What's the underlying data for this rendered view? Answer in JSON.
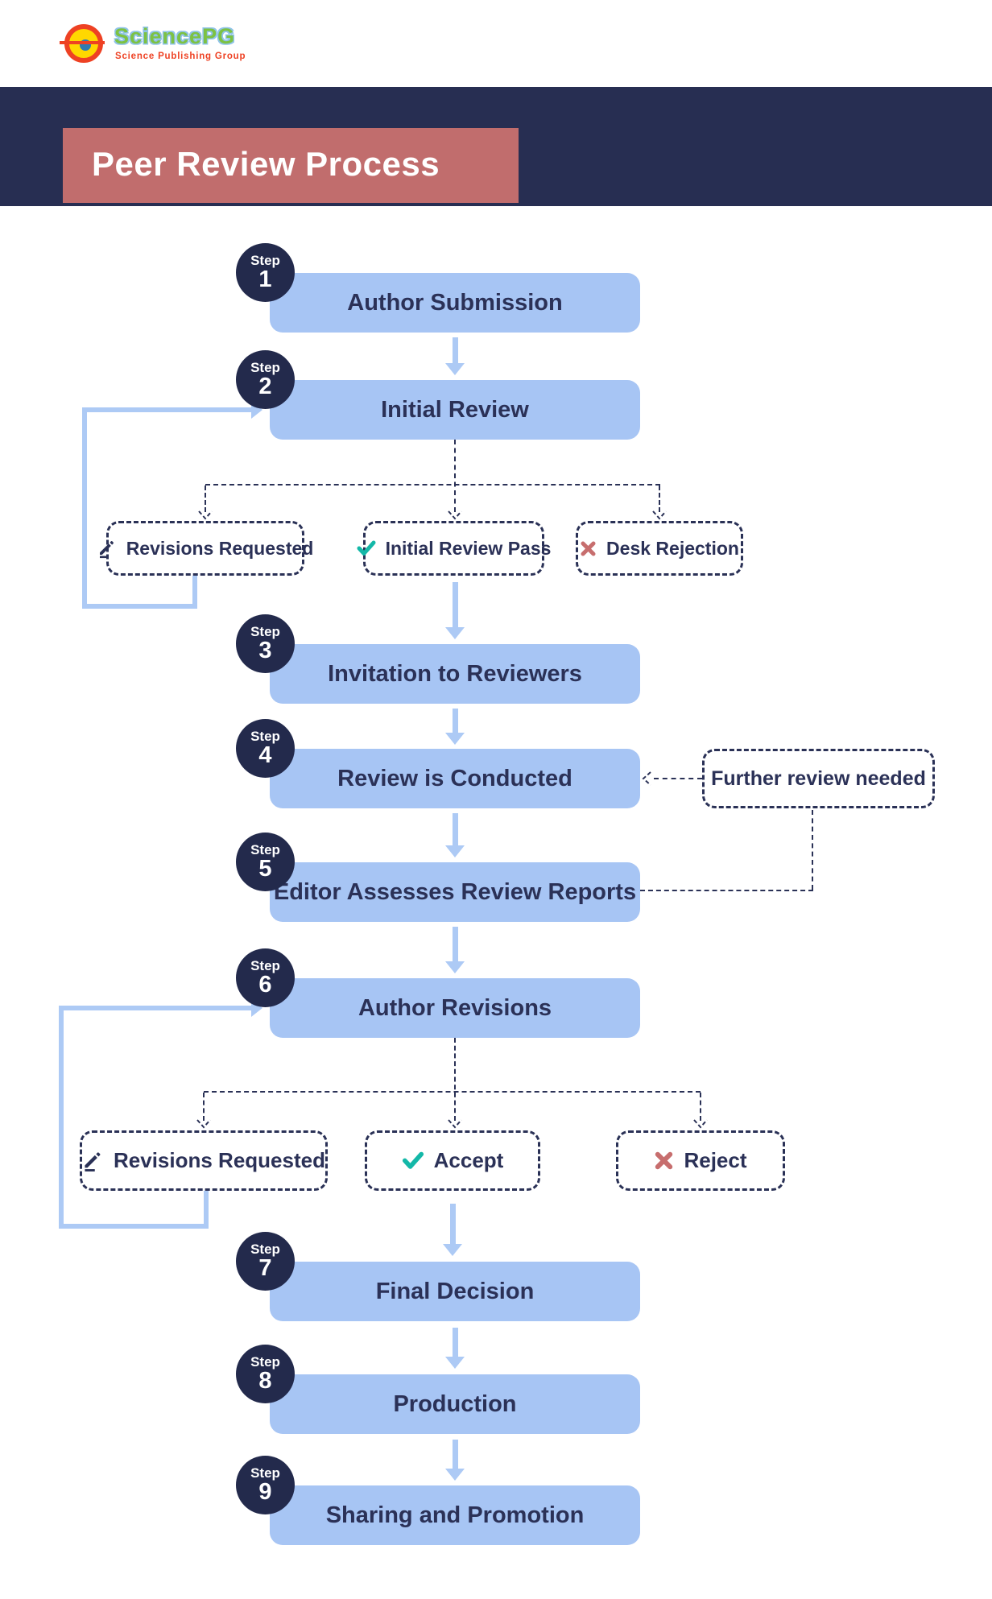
{
  "logo": {
    "name": "SciencePG",
    "subtitle": "Science Publishing Group"
  },
  "header": {
    "title": "Peer Review Process"
  },
  "ui": {
    "step_word": "Step"
  },
  "steps": [
    {
      "num": "1",
      "label": "Author Submission"
    },
    {
      "num": "2",
      "label": "Initial Review"
    },
    {
      "num": "3",
      "label": "Invitation to Reviewers"
    },
    {
      "num": "4",
      "label": "Review is Conducted"
    },
    {
      "num": "5",
      "label": "Editor Assesses Review Reports"
    },
    {
      "num": "6",
      "label": "Author Revisions"
    },
    {
      "num": "7",
      "label": "Final Decision"
    },
    {
      "num": "8",
      "label": "Production"
    },
    {
      "num": "9",
      "label": "Sharing and Promotion"
    }
  ],
  "branch_row1": [
    {
      "label": "Revisions Requested",
      "icon": "pencil-icon"
    },
    {
      "label": "Initial Review Pass",
      "icon": "check-icon"
    },
    {
      "label": "Desk Rejection",
      "icon": "cross-icon"
    }
  ],
  "branch_row2": [
    {
      "label": "Revisions Requested",
      "icon": "pencil-icon"
    },
    {
      "label": "Accept",
      "icon": "check-icon"
    },
    {
      "label": "Reject",
      "icon": "cross-icon"
    }
  ],
  "side_note": {
    "label": "Further review needed"
  },
  "colors": {
    "navy_band": "#272e52",
    "title_bg": "#c16d6d",
    "node_fill": "#a7c5f4",
    "node_text": "#2b3157",
    "step_circle": "#232a4c",
    "arrow_blue": "#adcaf5",
    "dashed_line": "#2a3156",
    "check_teal": "#14b8a8",
    "cross_red": "#c76e6e",
    "logo_green": "#7dc242",
    "logo_red": "#ee4123"
  }
}
